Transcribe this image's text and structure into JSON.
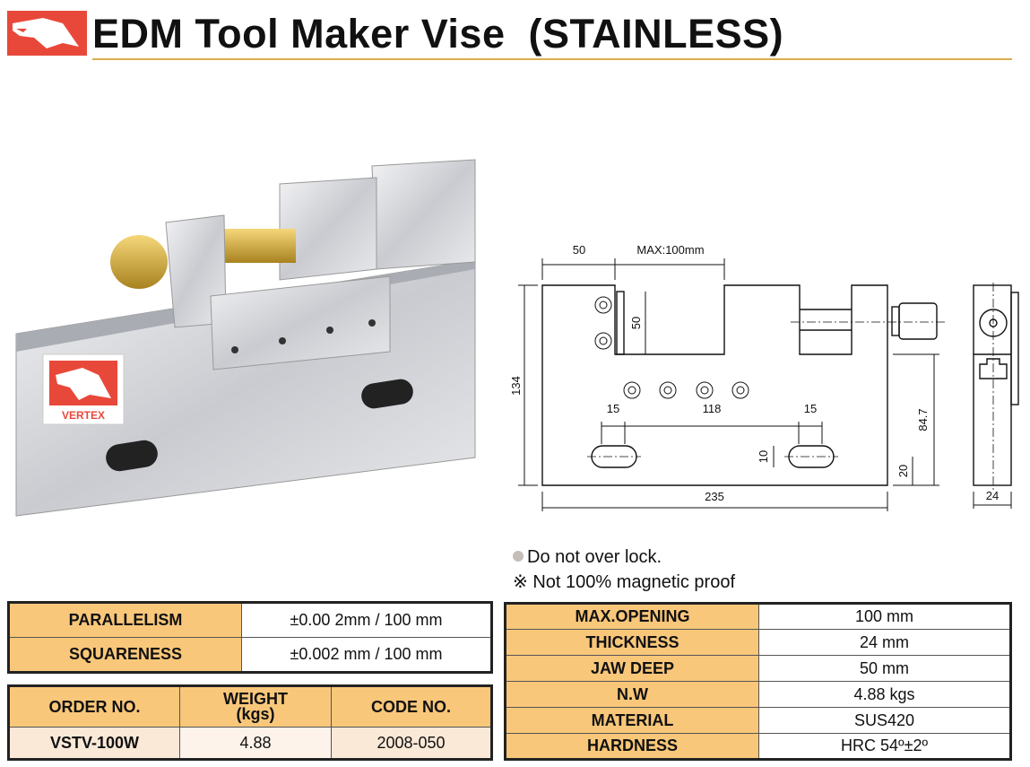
{
  "header": {
    "title": "EDM Tool Maker Vise  (STAINLESS)",
    "logo_icon": "eagle-logo"
  },
  "photo": {
    "brand": "VERTEX"
  },
  "drawing": {
    "dims": {
      "jaw": "50",
      "max_opening": "MAX:100mm",
      "height": "134",
      "jaw_deep": "50",
      "slot_left": "15",
      "slot_span": "118",
      "slot_right": "15",
      "slot_width": "10",
      "slot_height": "20",
      "base_height": "84.7",
      "length": "235",
      "thickness": "24"
    }
  },
  "notes": [
    "Do not over lock.",
    "※ Not 100% magnetic proof"
  ],
  "accuracy_table": [
    {
      "label": "PARALLELISM",
      "value": "±0.00 2mm / 100 mm"
    },
    {
      "label": "SQUARENESS",
      "value": "±0.002 mm / 100 mm"
    }
  ],
  "order_table": {
    "headers": [
      "ORDER NO.",
      "WEIGHT",
      "(kgs)",
      "CODE NO."
    ],
    "row": [
      "VSTV-100W",
      "4.88",
      "2008-050"
    ]
  },
  "spec_table": [
    {
      "label": "MAX.OPENING",
      "value": "100 mm"
    },
    {
      "label": "THICKNESS",
      "value": "24 mm"
    },
    {
      "label": "JAW DEEP",
      "value": "50 mm"
    },
    {
      "label": "N.W",
      "value": "4.88 kgs"
    },
    {
      "label": "MATERIAL",
      "value": "SUS420"
    },
    {
      "label": "HARDNESS",
      "value": "HRC 54º±2º"
    }
  ],
  "colors": {
    "brand_red": "#e8483a",
    "header_fill": "#f9c77a",
    "rule": "#d7ae4f"
  }
}
